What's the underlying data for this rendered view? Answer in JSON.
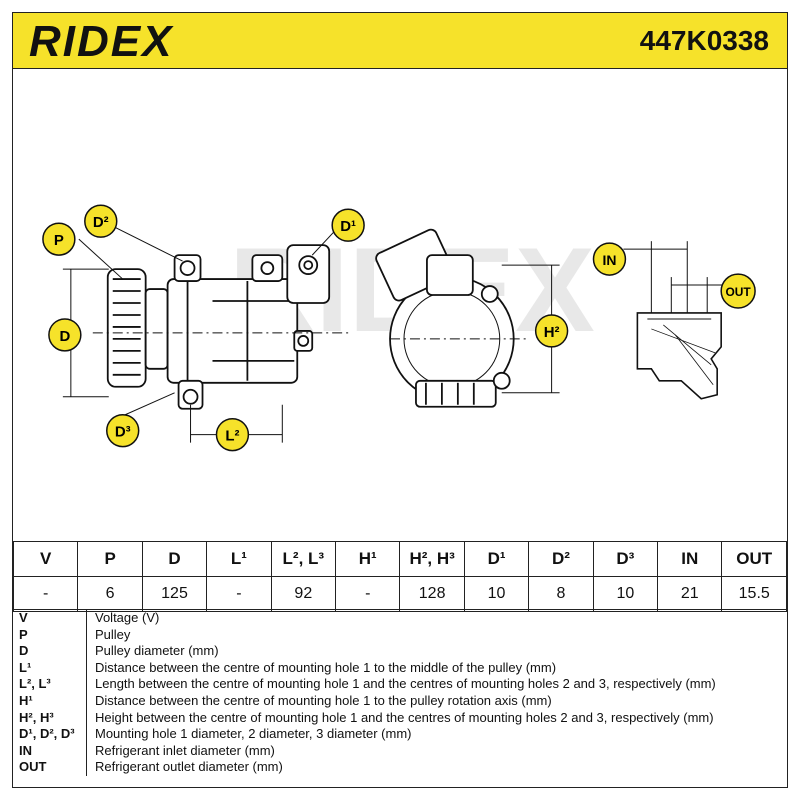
{
  "header": {
    "brand": "RIDEX",
    "part_number": "447K0338"
  },
  "callouts": {
    "p": "P",
    "d": "D",
    "d1": "D¹",
    "d2": "D²",
    "d3": "D³",
    "l2": "L²",
    "h2": "H²",
    "in": "IN",
    "out": "OUT"
  },
  "watermark": "RIDEX",
  "spec_table": {
    "headers": [
      "V",
      "P",
      "D",
      "L¹",
      "L², L³",
      "H¹",
      "H², H³",
      "D¹",
      "D²",
      "D³",
      "IN",
      "OUT"
    ],
    "values": [
      "-",
      "6",
      "125",
      "-",
      "92",
      "-",
      "128",
      "10",
      "8",
      "10",
      "21",
      "15.5"
    ]
  },
  "legend": [
    {
      "key": "V",
      "desc": "Voltage (V)"
    },
    {
      "key": "P",
      "desc": "Pulley"
    },
    {
      "key": "D",
      "desc": "Pulley diameter (mm)"
    },
    {
      "key": "L¹",
      "desc": "Distance between the centre of mounting hole 1 to the middle of the pulley (mm)"
    },
    {
      "key": "L², L³",
      "desc": "Length between the centre of mounting hole 1 and the centres of mounting holes 2 and 3, respectively (mm)"
    },
    {
      "key": "H¹",
      "desc": "Distance between the centre of mounting hole 1 to the pulley rotation axis (mm)"
    },
    {
      "key": "H², H³",
      "desc": "Height between the centre of mounting hole 1 and the centres of mounting holes 2 and 3, respectively (mm)"
    },
    {
      "key": "D¹, D², D³",
      "desc": "Mounting hole 1 diameter, 2 diameter, 3 diameter (mm)"
    },
    {
      "key": "IN",
      "desc": "Refrigerant inlet diameter (mm)"
    },
    {
      "key": "OUT",
      "desc": "Refrigerant outlet diameter (mm)"
    }
  ],
  "colors": {
    "header_bg": "#f6e22a",
    "callout_bg": "#f6e22a",
    "ink": "#111111"
  }
}
